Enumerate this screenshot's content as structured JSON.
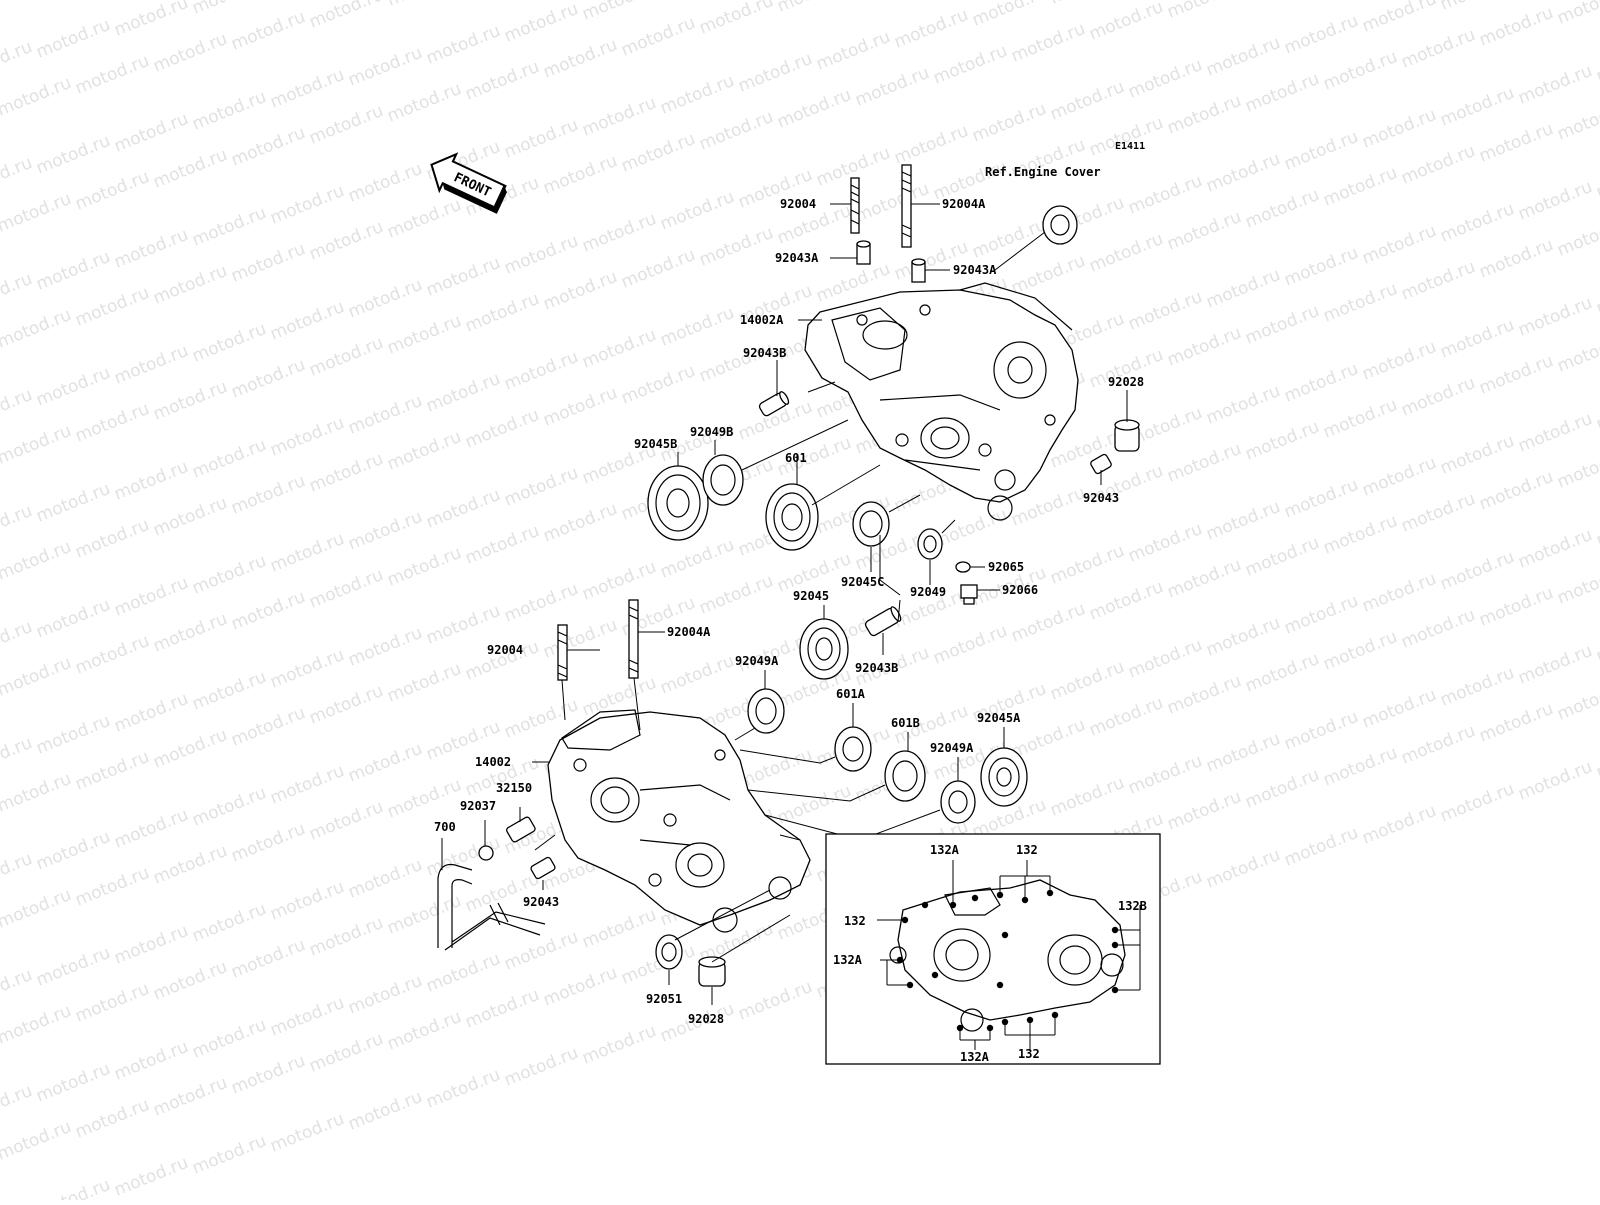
{
  "diagram": {
    "code": "E1411",
    "reference": "Ref.Engine Cover",
    "front_label": "FRONT",
    "watermark": "motod.ru",
    "labels": {
      "p92004_top": "92004",
      "p92004A_top": "92004A",
      "p92043A_l": "92043A",
      "p92043A_r": "92043A",
      "p14002A": "14002A",
      "p92043B_top": "92043B",
      "p92028_r": "92028",
      "p92049B": "92049B",
      "p92045B": "92045B",
      "p601": "601",
      "p92043_r": "92043",
      "p92045C": "92045C",
      "p92065": "92065",
      "p92049": "92049",
      "p92066": "92066",
      "p92045": "92045",
      "p92004_bot": "92004",
      "p92004A_bot": "92004A",
      "p92043B_bot": "92043B",
      "p92049A_l": "92049A",
      "p601A": "601A",
      "p601B": "601B",
      "p92049A_r": "92049A",
      "p92045A": "92045A",
      "p14002": "14002",
      "p32150": "32150",
      "p92037": "92037",
      "p700": "700",
      "p92043_bot": "92043",
      "p92051": "92051",
      "p92028_bot": "92028"
    },
    "inset_labels": {
      "i132A_top": "132A",
      "i132_top": "132",
      "i132_l": "132",
      "i132B": "132B",
      "i132A_l": "132A",
      "i132A_bot": "132A",
      "i132_bot": "132"
    }
  }
}
